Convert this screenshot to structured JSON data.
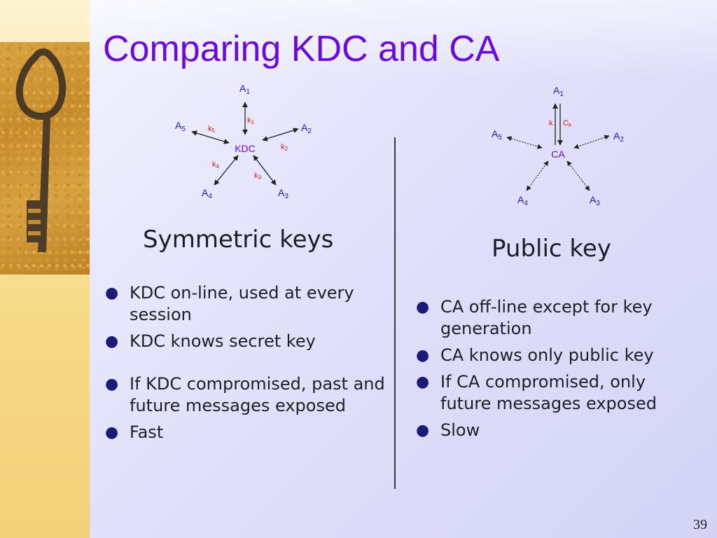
{
  "title": "Comparing KDC and CA",
  "page_number": "39",
  "colors": {
    "title": "#6a0adc",
    "node_label": "#1a1aa8",
    "key_label": "#d81818",
    "center_label": "#6a0adc"
  },
  "decoration": {
    "image": "antique-key-icon"
  },
  "symmetric": {
    "heading": "Symmetric keys",
    "diagram": {
      "center": "KDC",
      "nodes": {
        "a1": {
          "base": "A",
          "sub": "1"
        },
        "a2": {
          "base": "A",
          "sub": "2"
        },
        "a3": {
          "base": "A",
          "sub": "3"
        },
        "a4": {
          "base": "A",
          "sub": "4"
        },
        "a5": {
          "base": "A",
          "sub": "5"
        }
      },
      "keys": {
        "k1": {
          "base": "k",
          "sub": "1"
        },
        "k2": {
          "base": "k",
          "sub": "2"
        },
        "k3": {
          "base": "k",
          "sub": "3"
        },
        "k4": {
          "base": "k",
          "sub": "4"
        },
        "k5": {
          "base": "k",
          "sub": "5"
        }
      }
    },
    "bullets": [
      "KDC on-line, used at every session",
      "KDC knows secret key",
      "If KDC compromised, past and future messages exposed",
      "Fast"
    ]
  },
  "public": {
    "heading": "Public key",
    "diagram": {
      "center": "CA",
      "nodes": {
        "a1": {
          "base": "A",
          "sub": "1"
        },
        "a2": {
          "base": "A",
          "sub": "2"
        },
        "a3": {
          "base": "A",
          "sub": "3"
        },
        "a4": {
          "base": "A",
          "sub": "4"
        },
        "a5": {
          "base": "A",
          "sub": "5"
        }
      },
      "key_pair": {
        "k": "k",
        "ck_base": "C",
        "ck_sub": "k"
      }
    },
    "bullets": [
      "CA off-line except for key generation",
      "CA knows only public key",
      "If CA compromised, only future messages exposed",
      "Slow"
    ]
  }
}
